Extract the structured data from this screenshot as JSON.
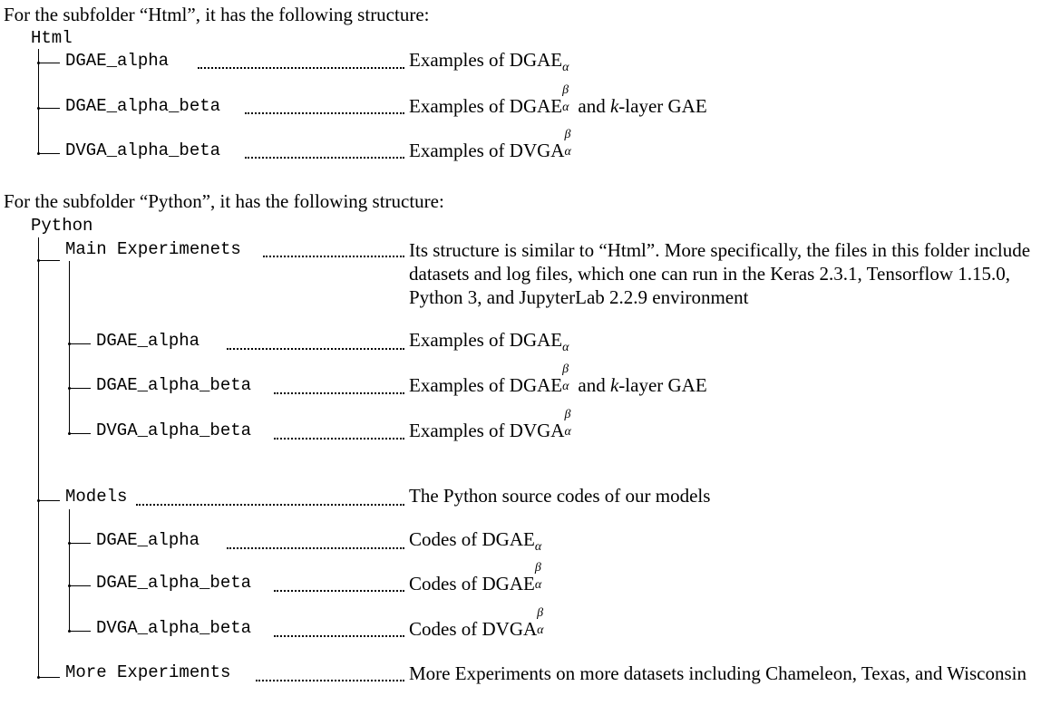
{
  "html_section": {
    "intro": "For the subfolder “Html”, it has the following structure:",
    "root": "Html",
    "items": [
      {
        "name": "DGAE_alpha",
        "desc_base": "Examples of DGAE",
        "desc_sub": "α"
      },
      {
        "name": "DGAE_alpha_beta",
        "desc_base": "Examples of DGAE",
        "desc_sub": "α",
        "desc_sup": "β",
        "desc_tail": " and ",
        "desc_k": "k",
        "desc_tail2": "-layer GAE"
      },
      {
        "name": "DVGA_alpha_beta",
        "desc_base": "Examples of DVGA",
        "desc_sub": "α",
        "desc_sup": "β"
      }
    ]
  },
  "python_section": {
    "intro": "For the subfolder “Python”, it has the following structure:",
    "root": "Python",
    "main": {
      "name": "Main Experimenets",
      "desc": "Its structure is similar to “Html”.  More specifically, the files in this folder include datasets and log files, which one can run in the Keras 2.3.1, Tensorflow 1.15.0, Python 3, and JupyterLab 2.2.9 environment",
      "children": [
        {
          "name": "DGAE_alpha",
          "desc_base": "Examples of DGAE",
          "desc_sub": "α"
        },
        {
          "name": "DGAE_alpha_beta",
          "desc_base": "Examples of DGAE",
          "desc_sub": "α",
          "desc_sup": "β",
          "desc_tail": " and ",
          "desc_k": "k",
          "desc_tail2": "-layer GAE"
        },
        {
          "name": "DVGA_alpha_beta",
          "desc_base": "Examples of DVGA",
          "desc_sub": "α",
          "desc_sup": "β"
        }
      ]
    },
    "models": {
      "name": "Models",
      "desc": "The Python source codes of our models",
      "children": [
        {
          "name": "DGAE_alpha",
          "desc_base": "Codes of DGAE",
          "desc_sub": "α"
        },
        {
          "name": "DGAE_alpha_beta",
          "desc_base": "Codes of DGAE",
          "desc_sub": "α",
          "desc_sup": "β"
        },
        {
          "name": "DVGA_alpha_beta",
          "desc_base": "Codes of DVGA",
          "desc_sub": "α",
          "desc_sup": "β"
        }
      ]
    },
    "more": {
      "name": "More Experiments",
      "desc": "More Experiments on more datasets including Chameleon, Texas, and Wisconsin"
    }
  }
}
